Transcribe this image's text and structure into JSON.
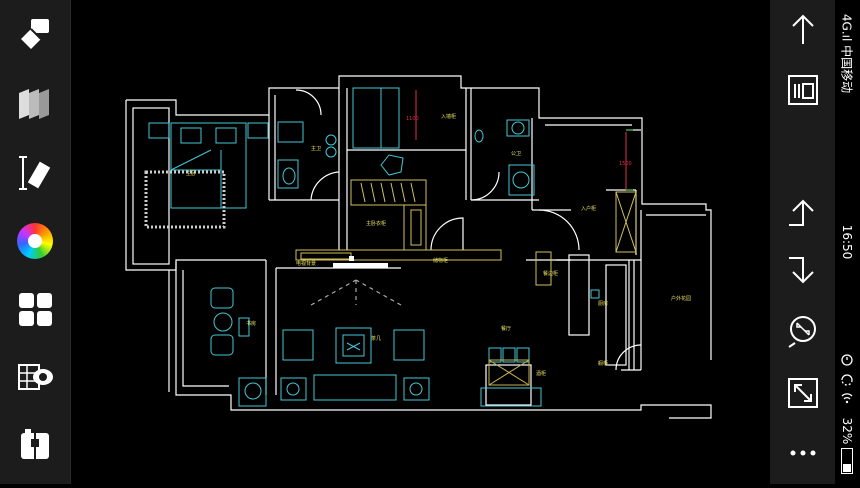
{
  "toolbar_left": {
    "items": [
      {
        "name": "eraser",
        "icon": "eraser-icon"
      },
      {
        "name": "layers",
        "icon": "layers-icon"
      },
      {
        "name": "measure",
        "icon": "measure-icon"
      },
      {
        "name": "color",
        "icon": "color-wheel-icon"
      },
      {
        "name": "blocks",
        "icon": "blocks-icon"
      },
      {
        "name": "view-mode",
        "icon": "grid-eye-icon"
      },
      {
        "name": "toolbox",
        "icon": "toolbox-icon"
      }
    ]
  },
  "toolbar_right": {
    "items": [
      {
        "name": "up",
        "icon": "arrow-up-icon"
      },
      {
        "name": "layout",
        "icon": "layout-icon"
      },
      {
        "name": "undo",
        "icon": "undo-icon"
      },
      {
        "name": "redo",
        "icon": "redo-icon"
      },
      {
        "name": "zoom-extents",
        "icon": "zoom-extents-icon"
      },
      {
        "name": "fullscreen",
        "icon": "fullscreen-icon"
      },
      {
        "name": "more",
        "icon": "more-icon"
      }
    ]
  },
  "status_bar": {
    "carrier": "4G.ıl 中国移动",
    "time": "16:50",
    "battery": "32%"
  },
  "drawing": {
    "labels": {
      "master_bed": "主卧",
      "bath1": "主卫",
      "ensuite": "入墙柜",
      "bath2": "公卫",
      "closet": "主卧衣柜",
      "kitchen_door": "入户柜",
      "tv_cabinet": "电视背景",
      "shoe": "储物柜",
      "study": "书房",
      "tea": "茶几",
      "dining": "餐厅",
      "wine": "酒柜",
      "kitchen": "厨房",
      "balcony": "户外花园",
      "sideboard": "餐边柜",
      "cab": "橱柜",
      "dim1": "1100",
      "dim2": "1500"
    }
  }
}
